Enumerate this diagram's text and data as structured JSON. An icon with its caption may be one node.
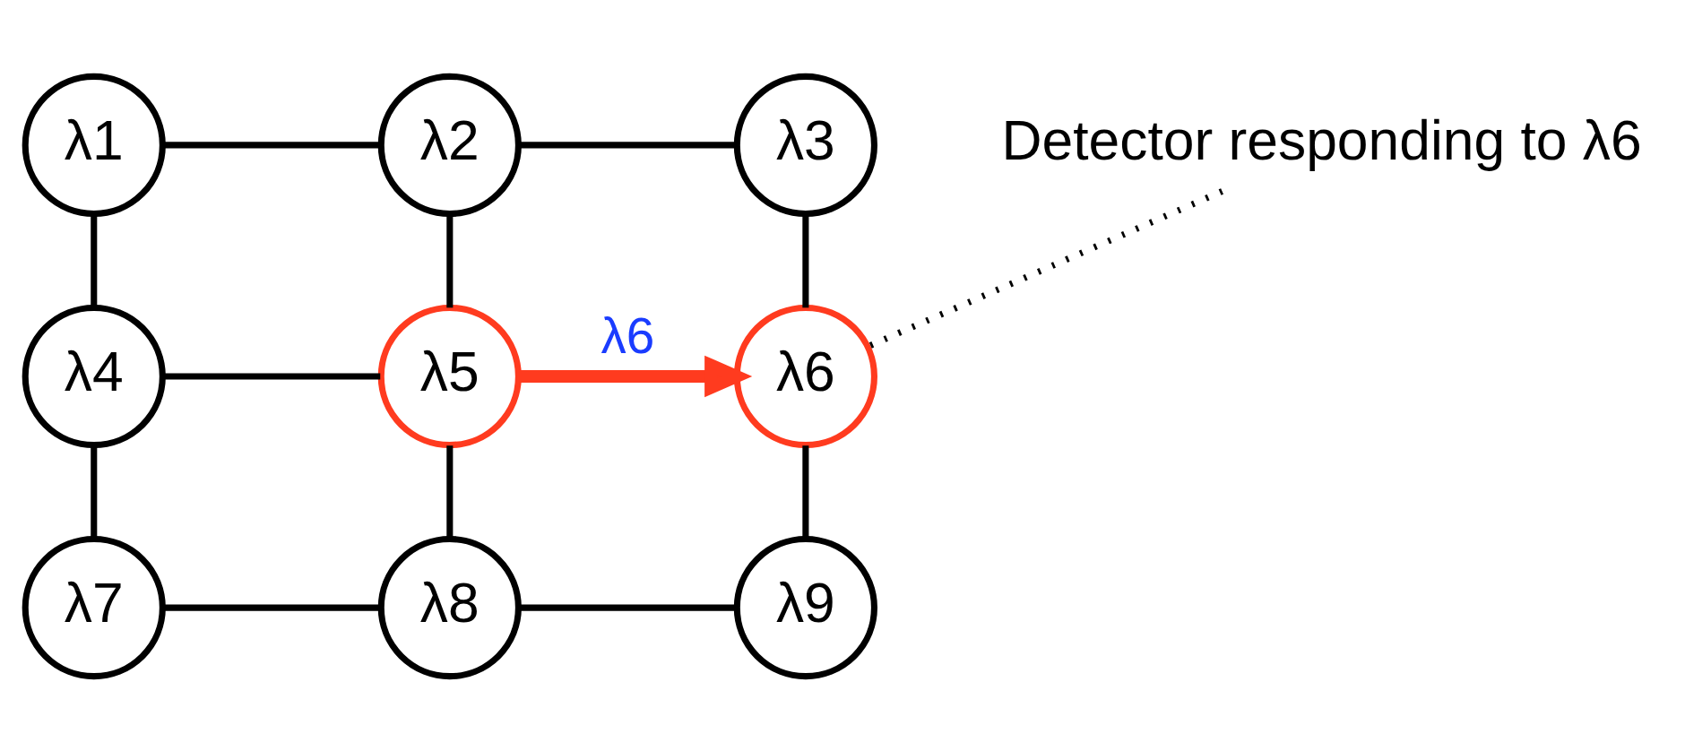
{
  "diagram": {
    "nodes": [
      {
        "text": [
          "λ1"
        ]
      },
      {
        "text": [
          "λ2"
        ]
      },
      {
        "text": [
          "λ3"
        ]
      },
      {
        "text": [
          "λ4"
        ]
      },
      {
        "text": [
          "λ5"
        ]
      },
      {
        "text": [
          "λ6"
        ]
      },
      {
        "text": [
          "λ7"
        ]
      },
      {
        "text": [
          "λ8"
        ]
      },
      {
        "text": [
          "λ9"
        ]
      },
      {
        "text": [
          "Detector responding to λ6"
        ]
      }
    ],
    "edges": [
      {
        "from": 0,
        "to": 1,
        "arrow": "none"
      },
      {
        "from": 1,
        "to": 2,
        "arrow": "none"
      },
      {
        "from": 0,
        "to": 3,
        "arrow": "none"
      },
      {
        "from": 1,
        "to": 4,
        "arrow": "none"
      },
      {
        "from": 2,
        "to": 5,
        "arrow": "none"
      },
      {
        "from": 3,
        "to": 4,
        "arrow": "none"
      },
      {
        "from": 4,
        "to": 5,
        "arrow": "to",
        "label": "λ6",
        "style": "thick",
        "color": "#ff3b1f"
      },
      {
        "from": 3,
        "to": 6,
        "arrow": "none"
      },
      {
        "from": 4,
        "to": 7,
        "arrow": "none"
      },
      {
        "from": 5,
        "to": 8,
        "arrow": "none"
      },
      {
        "from": 6,
        "to": 7,
        "arrow": "none"
      },
      {
        "from": 7,
        "to": 8,
        "arrow": "none"
      },
      {
        "from": 9,
        "to": 5,
        "arrow": "none",
        "style": "dashed"
      }
    ]
  }
}
